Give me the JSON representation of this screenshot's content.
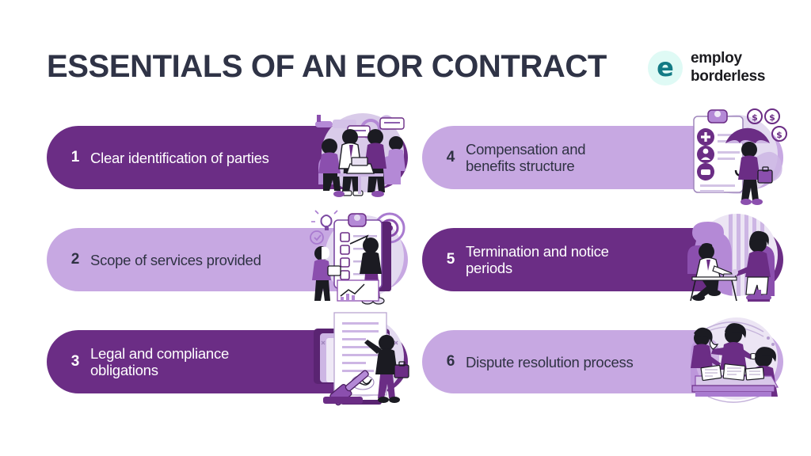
{
  "header": {
    "title": "ESSENTIALS OF AN EOR CONTRACT",
    "logo": {
      "mark_letter": "e",
      "line1": "employ",
      "line2": "borderless"
    }
  },
  "colors": {
    "dark_purple": "#6b2d85",
    "light_purple": "#c7a8e2",
    "title_navy": "#2f3346",
    "body_dark": "#2f3243",
    "logo_mint": "#dffaf5",
    "logo_teal": "#137b85",
    "page_background": "#ffffff"
  },
  "items": [
    {
      "number": "1",
      "label": "Clear identification of parties",
      "style": "dark",
      "illustration": "team-meeting-table-icon"
    },
    {
      "number": "2",
      "label": "Scope of services provided",
      "style": "light",
      "illustration": "clipboard-checklist-lightbulb-icon"
    },
    {
      "number": "3",
      "label": "Legal and compliance\nobligations",
      "style": "dark",
      "illustration": "contract-document-gavel-icon"
    },
    {
      "number": "4",
      "label": "Compensation and\nbenefits structure",
      "style": "light",
      "illustration": "benefits-umbrella-coins-icon"
    },
    {
      "number": "5",
      "label": "Termination and notice\nperiods",
      "style": "dark",
      "illustration": "two-people-desk-conversation-icon"
    },
    {
      "number": "6",
      "label": "Dispute resolution process",
      "style": "light",
      "illustration": "group-discussion-papers-icon"
    }
  ]
}
